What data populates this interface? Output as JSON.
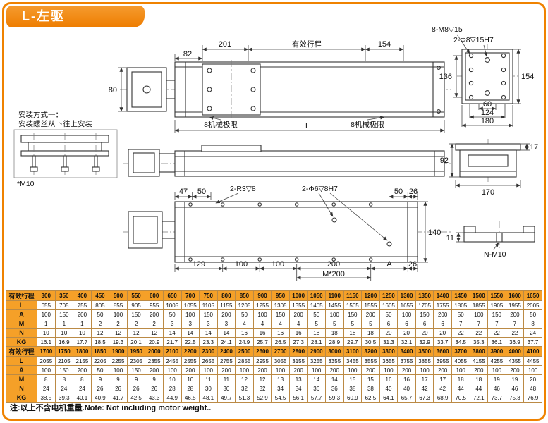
{
  "page": {
    "title": "L-左驱",
    "note": "注:以上不含电机重量.Note: Not including motor weight.."
  },
  "drawing": {
    "top_view": {
      "dim_201": "201",
      "stroke_label": "有效行程",
      "dim_154": "154",
      "dim_82": "82",
      "dim_80": "80",
      "limit_left": "8机械极限",
      "limit_right": "8机械极限",
      "dim_L": "L"
    },
    "rear_view": {
      "callout_m8": "8-M8▽15",
      "callout_pin": "2-Φ8▽15H7",
      "dim_136": "136",
      "dim_154": "154",
      "dim_60": "60",
      "dim_124": "124",
      "dim_180": "180"
    },
    "install_inset": {
      "line1": "安装方式一：",
      "line2": "安装螺丝从下往上安装",
      "m10": "*M10"
    },
    "end_view": {
      "dim_92": "92",
      "dim_17": "17",
      "dim_170": "170"
    },
    "bottom_view": {
      "dim_47": "47",
      "dim_50_left": "50",
      "callout_r3": "2-R3▽8",
      "callout_hole": "2-Φ6▽8H7",
      "dim_50_right": "50",
      "dim_26_top": "26",
      "dim_140": "140",
      "dim_129": "129",
      "dim_100_a": "100",
      "dim_100_b": "100",
      "dim_200": "200",
      "dim_m200": "M*200",
      "dim_A": "A",
      "dim_26_bottom": "26"
    },
    "base_section": {
      "dim_11": "11",
      "label_nm10": "N-M10"
    }
  },
  "table": {
    "row_labels": {
      "stroke": "有效行程",
      "L": "L",
      "A": "A",
      "M": "M",
      "N": "N",
      "KG": "KG"
    },
    "groups": [
      {
        "stroke": [
          300,
          350,
          400,
          450,
          500,
          550,
          600,
          650,
          700,
          750,
          800,
          850,
          900,
          950,
          1000,
          1050,
          1100,
          1150,
          1200,
          1250,
          1300,
          1350,
          1400,
          1450,
          1500,
          1550,
          1600,
          1650
        ],
        "L": [
          655,
          705,
          755,
          805,
          855,
          905,
          955,
          1005,
          1055,
          1105,
          1155,
          1205,
          1255,
          1305,
          1355,
          1405,
          1455,
          1505,
          1555,
          1605,
          1655,
          1705,
          1755,
          1805,
          1855,
          1905,
          1955,
          2005
        ],
        "A": [
          100,
          150,
          200,
          50,
          100,
          150,
          200,
          50,
          100,
          150,
          200,
          50,
          100,
          150,
          200,
          50,
          100,
          150,
          200,
          50,
          100,
          150,
          200,
          50,
          100,
          150,
          200,
          50
        ],
        "M": [
          1,
          1,
          1,
          2,
          2,
          2,
          2,
          3,
          3,
          3,
          3,
          4,
          4,
          4,
          4,
          5,
          5,
          5,
          5,
          6,
          6,
          6,
          6,
          7,
          7,
          7,
          7,
          8
        ],
        "N": [
          10,
          10,
          10,
          12,
          12,
          12,
          12,
          14,
          14,
          14,
          14,
          16,
          16,
          16,
          16,
          18,
          18,
          18,
          18,
          20,
          20,
          20,
          20,
          22,
          22,
          22,
          22,
          24
        ],
        "KG": [
          16.1,
          16.9,
          17.7,
          18.5,
          19.3,
          20.1,
          20.9,
          21.7,
          22.5,
          23.3,
          24.1,
          24.9,
          25.7,
          26.5,
          27.3,
          28.1,
          28.9,
          29.7,
          30.5,
          31.3,
          32.1,
          32.9,
          33.7,
          34.5,
          35.3,
          36.1,
          36.9,
          37.7
        ]
      },
      {
        "stroke": [
          1700,
          1750,
          1800,
          1850,
          1900,
          1950,
          2000,
          2100,
          2200,
          2300,
          2400,
          2500,
          2600,
          2700,
          2800,
          2900,
          3000,
          3100,
          3200,
          3300,
          3400,
          3500,
          3600,
          3700,
          3800,
          3900,
          4000,
          4100
        ],
        "L": [
          2055,
          2105,
          2155,
          2205,
          2255,
          2305,
          2355,
          2455,
          2555,
          2655,
          2755,
          2855,
          2955,
          3055,
          3155,
          3255,
          3355,
          3455,
          3555,
          3655,
          3755,
          3855,
          3955,
          4055,
          4155,
          4255,
          4355,
          4455
        ],
        "A": [
          100,
          150,
          200,
          50,
          100,
          150,
          200,
          100,
          200,
          100,
          200,
          100,
          200,
          100,
          200,
          100,
          200,
          100,
          200,
          100,
          200,
          100,
          200,
          100,
          200,
          100,
          200,
          100
        ],
        "M": [
          8,
          8,
          8,
          9,
          9,
          9,
          9,
          10,
          10,
          11,
          11,
          12,
          12,
          13,
          13,
          14,
          14,
          15,
          15,
          16,
          16,
          17,
          17,
          18,
          18,
          19,
          19,
          20
        ],
        "N": [
          24,
          24,
          24,
          26,
          26,
          26,
          26,
          28,
          28,
          30,
          30,
          32,
          32,
          34,
          34,
          36,
          36,
          38,
          38,
          40,
          40,
          42,
          42,
          44,
          44,
          46,
          46,
          48
        ],
        "KG": [
          38.5,
          39.3,
          40.1,
          40.9,
          41.7,
          42.5,
          43.3,
          44.9,
          46.5,
          48.1,
          49.7,
          51.3,
          52.9,
          54.5,
          56.1,
          57.7,
          59.3,
          60.9,
          62.5,
          64.1,
          65.7,
          67.3,
          68.9,
          70.5,
          72.1,
          73.7,
          75.3,
          76.9
        ]
      }
    ]
  }
}
